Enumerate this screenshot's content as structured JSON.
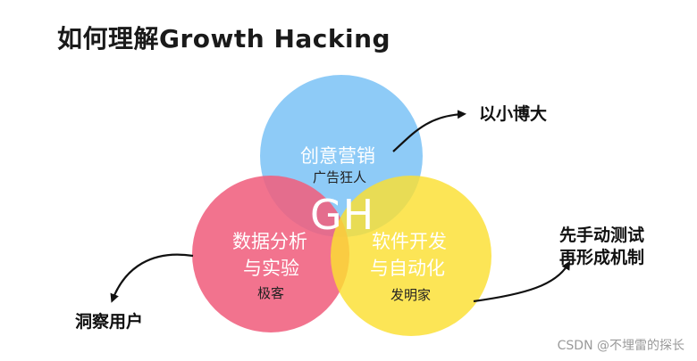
{
  "title": "如何理解Growth Hacking",
  "center_label": "GH",
  "circles": {
    "creative": {
      "title": "创意营销",
      "subtitle": "广告狂人",
      "color": "#7EC4F6"
    },
    "data": {
      "title_line1": "数据分析",
      "title_line2": "与实验",
      "subtitle": "极客",
      "color": "#F0607E"
    },
    "software": {
      "title_line1": "软件开发",
      "title_line2": "与自动化",
      "subtitle": "发明家",
      "color": "#FBDF31"
    }
  },
  "annotations": {
    "top_right": "以小博大",
    "right_line1": "先手动测试",
    "right_line2": "再形成机制",
    "bottom_left": "洞察用户"
  },
  "watermark": "CSDN @不埋雷的探长"
}
